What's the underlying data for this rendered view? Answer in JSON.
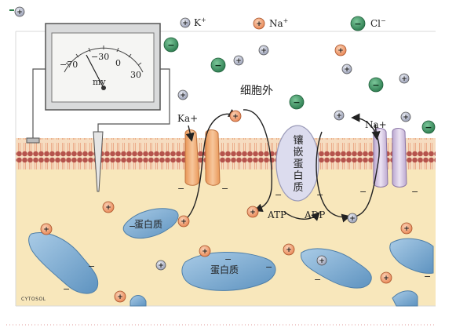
{
  "legend": {
    "k_label": "K",
    "na_label": "Na",
    "cl_label": "Cl"
  },
  "meter": {
    "tick_minus70": "−70",
    "tick_minus30": "−30",
    "tick_0": "0",
    "tick_30": "30",
    "unit": "mv"
  },
  "labels": {
    "extracellular": "细胞外",
    "ka_channel": "Ka+",
    "na_channel": "Na+",
    "pump_vertical": "镶嵌蛋白质",
    "atp": "ATP",
    "adp": "ADP",
    "protein_1": "蛋白质",
    "protein_2": "蛋白质",
    "cytosol": "CYTOSOL"
  },
  "colors": {
    "k_ion": "#c7cbd9",
    "na_ion": "#f1a77e",
    "cl_ion": "#3f9a67",
    "cytosol": "#f8e7bb",
    "membrane_head": "#b5534c",
    "protein_blob": "#7fb0d6",
    "ka_channel": "#f0a86f",
    "na_channel": "#d6c6e3",
    "pump": "#dcdcee"
  },
  "icons": [
    "k-ion-icon",
    "na-ion-icon",
    "cl-ion-icon",
    "voltmeter-icon",
    "microelectrode-icon"
  ]
}
